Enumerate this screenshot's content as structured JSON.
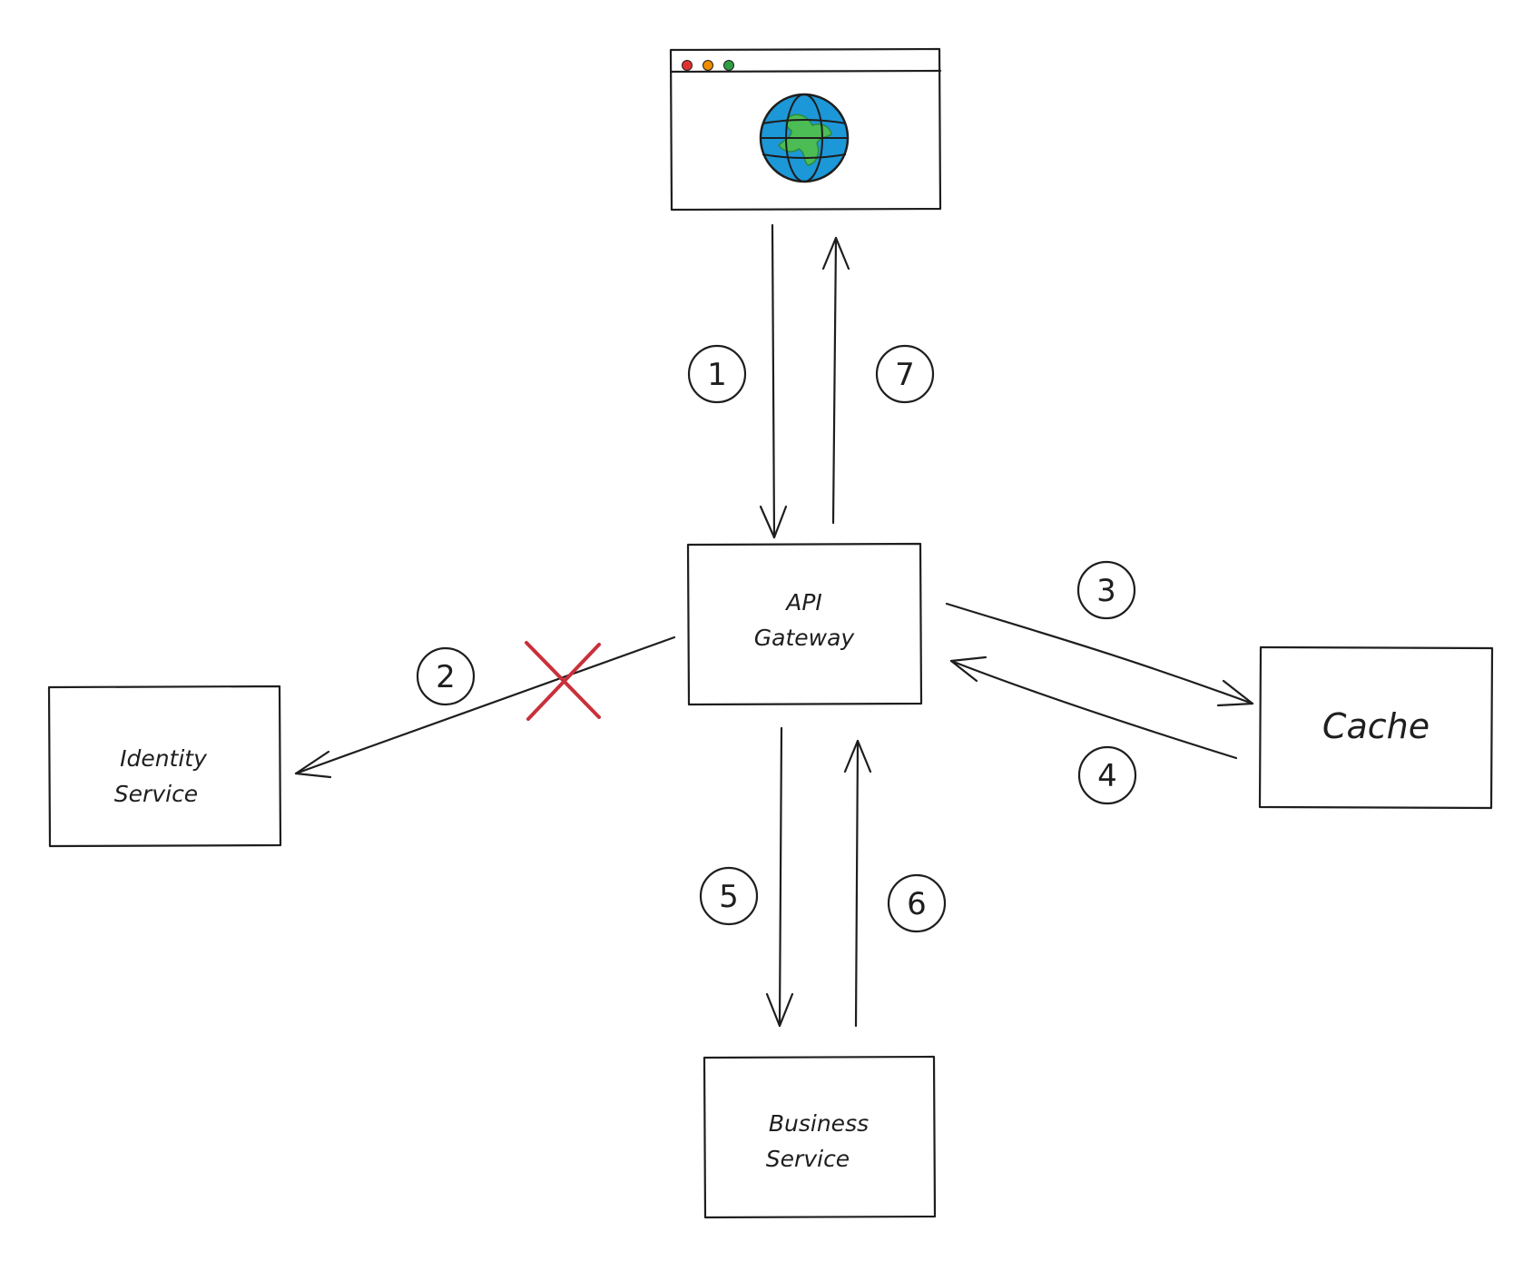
{
  "nodes": {
    "api_gateway": {
      "line1": "API",
      "line2": "Gateway"
    },
    "identity_service": {
      "line1": "Identity",
      "line2": "Service"
    },
    "cache": {
      "label": "Cache"
    },
    "business_service": {
      "line1": "Business",
      "line2": "Service"
    }
  },
  "client": {
    "icon": "globe-icon",
    "window_dots": [
      "#e03131",
      "#f08c00",
      "#2f9e44"
    ],
    "globe_colors": {
      "ocean": "#1c98d8",
      "land": "#4cbd55"
    }
  },
  "steps": [
    "1",
    "2",
    "3",
    "4",
    "5",
    "6",
    "7"
  ],
  "colors": {
    "stroke": "#1e1e1e",
    "blocked_mark": "#c9303a"
  }
}
